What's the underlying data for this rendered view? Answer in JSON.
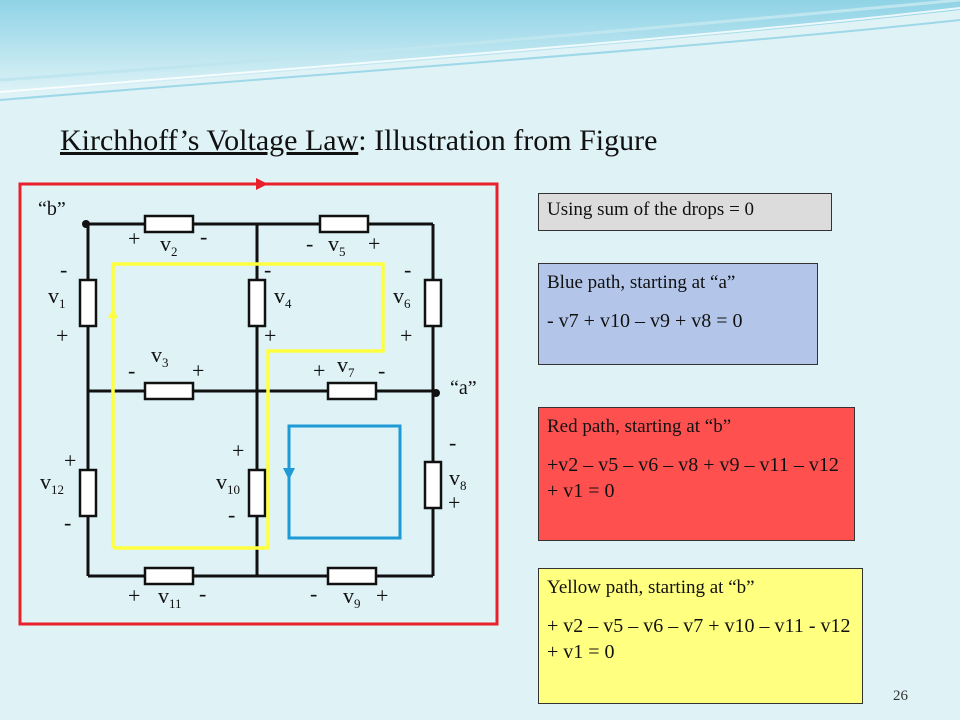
{
  "title": {
    "underlined": "Kirchhoff’s Voltage Law",
    "rest": ":  Illustration from Figure"
  },
  "rule_box": "Using sum of the drops = 0",
  "blue_box": {
    "heading": "Blue path, starting at “a”",
    "equation": "- v7 + v10 – v9 + v8 = 0"
  },
  "red_box": {
    "heading": "Red path, starting at “b”",
    "equation": "+v2 – v5 – v6 – v8 + v9 – v11 – v12 + v1 = 0"
  },
  "yellow_box": {
    "heading": "Yellow path, starting at “b”",
    "equation": "+ v2 – v5 – v6 – v7 + v10 – v11 - v12 + v1 = 0"
  },
  "node_labels": {
    "b": "“b”",
    "a": "“a”"
  },
  "resistors": [
    {
      "id": "v1",
      "label": "v1"
    },
    {
      "id": "v2",
      "label": "v2"
    },
    {
      "id": "v3",
      "label": "v3"
    },
    {
      "id": "v4",
      "label": "v4"
    },
    {
      "id": "v5",
      "label": "v5"
    },
    {
      "id": "v6",
      "label": "v6"
    },
    {
      "id": "v7",
      "label": "v7"
    },
    {
      "id": "v8",
      "label": "v8"
    },
    {
      "id": "v9",
      "label": "v9"
    },
    {
      "id": "v10",
      "label": "v10"
    },
    {
      "id": "v11",
      "label": "v11"
    },
    {
      "id": "v12",
      "label": "v12"
    }
  ],
  "page_number": "26",
  "colors": {
    "red_path": "#e8202a",
    "yellow_path": "#ffff40",
    "blue_path": "#1e9ad6",
    "wire": "#111111"
  }
}
